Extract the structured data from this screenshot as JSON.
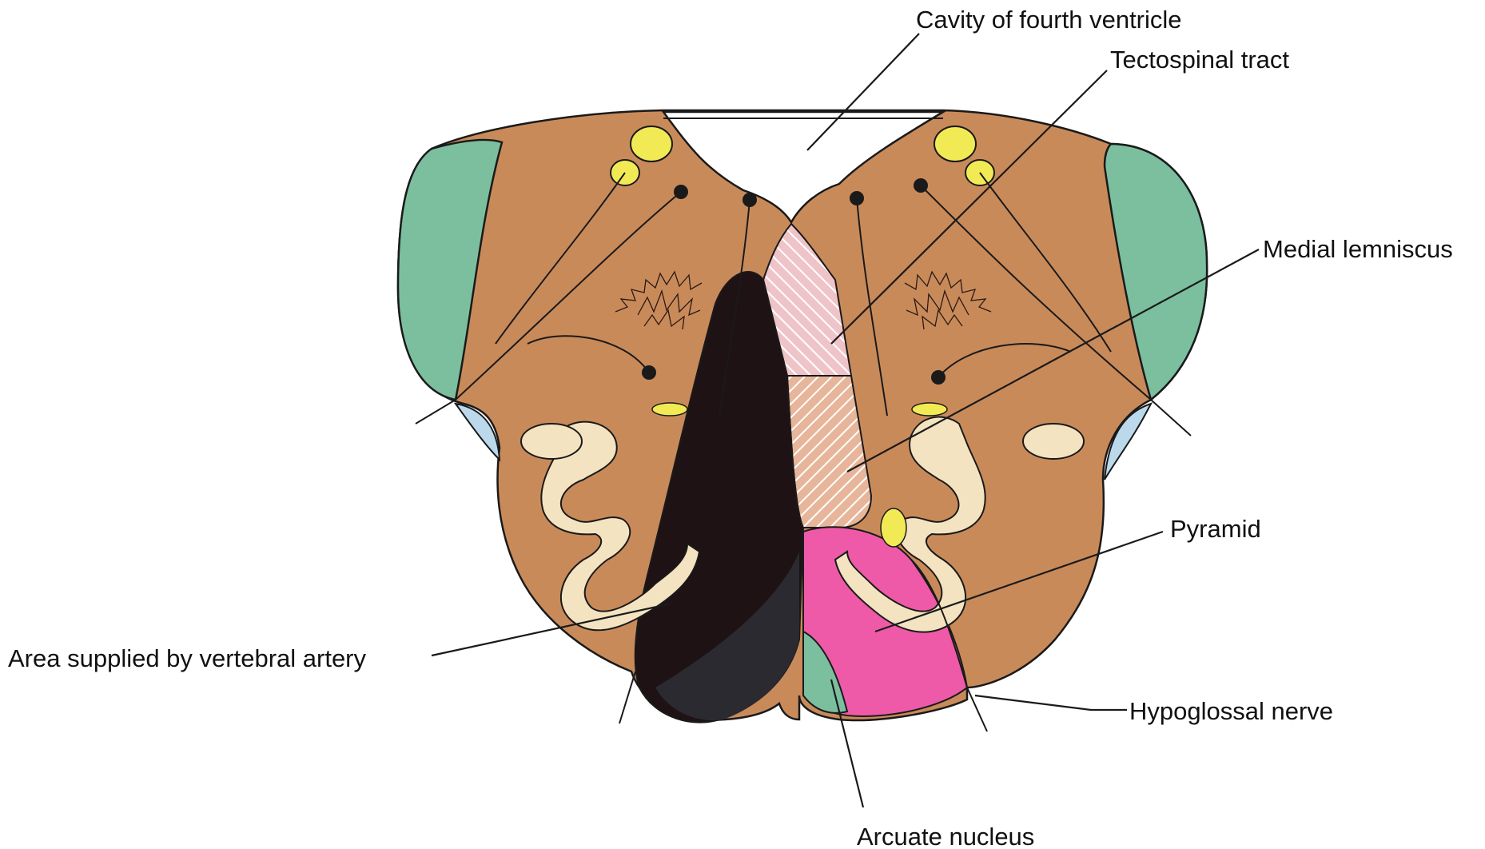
{
  "labels": {
    "cavity": "Cavity of fourth ventricle",
    "tectospinal": "Tectospinal tract",
    "medial_lemniscus": "Medial lemniscus",
    "pyramid": "Pyramid",
    "vertebral_area": "Area supplied by vertebral artery",
    "hypoglossal": "Hypoglossal nerve",
    "arcuate": "Arcuate nucleus"
  },
  "colors": {
    "tissue": "#c98a5a",
    "restiform": "#7bbf9f",
    "olive": "#f3e3c0",
    "nucleus_yellow": "#f2ea55",
    "pyramid": "#ee5aa8",
    "vertebral_area": "#1e1214",
    "lemniscus_hatch": "#f2c9b8",
    "csf_blue": "#bcd9ec",
    "label_text": "#111111"
  }
}
